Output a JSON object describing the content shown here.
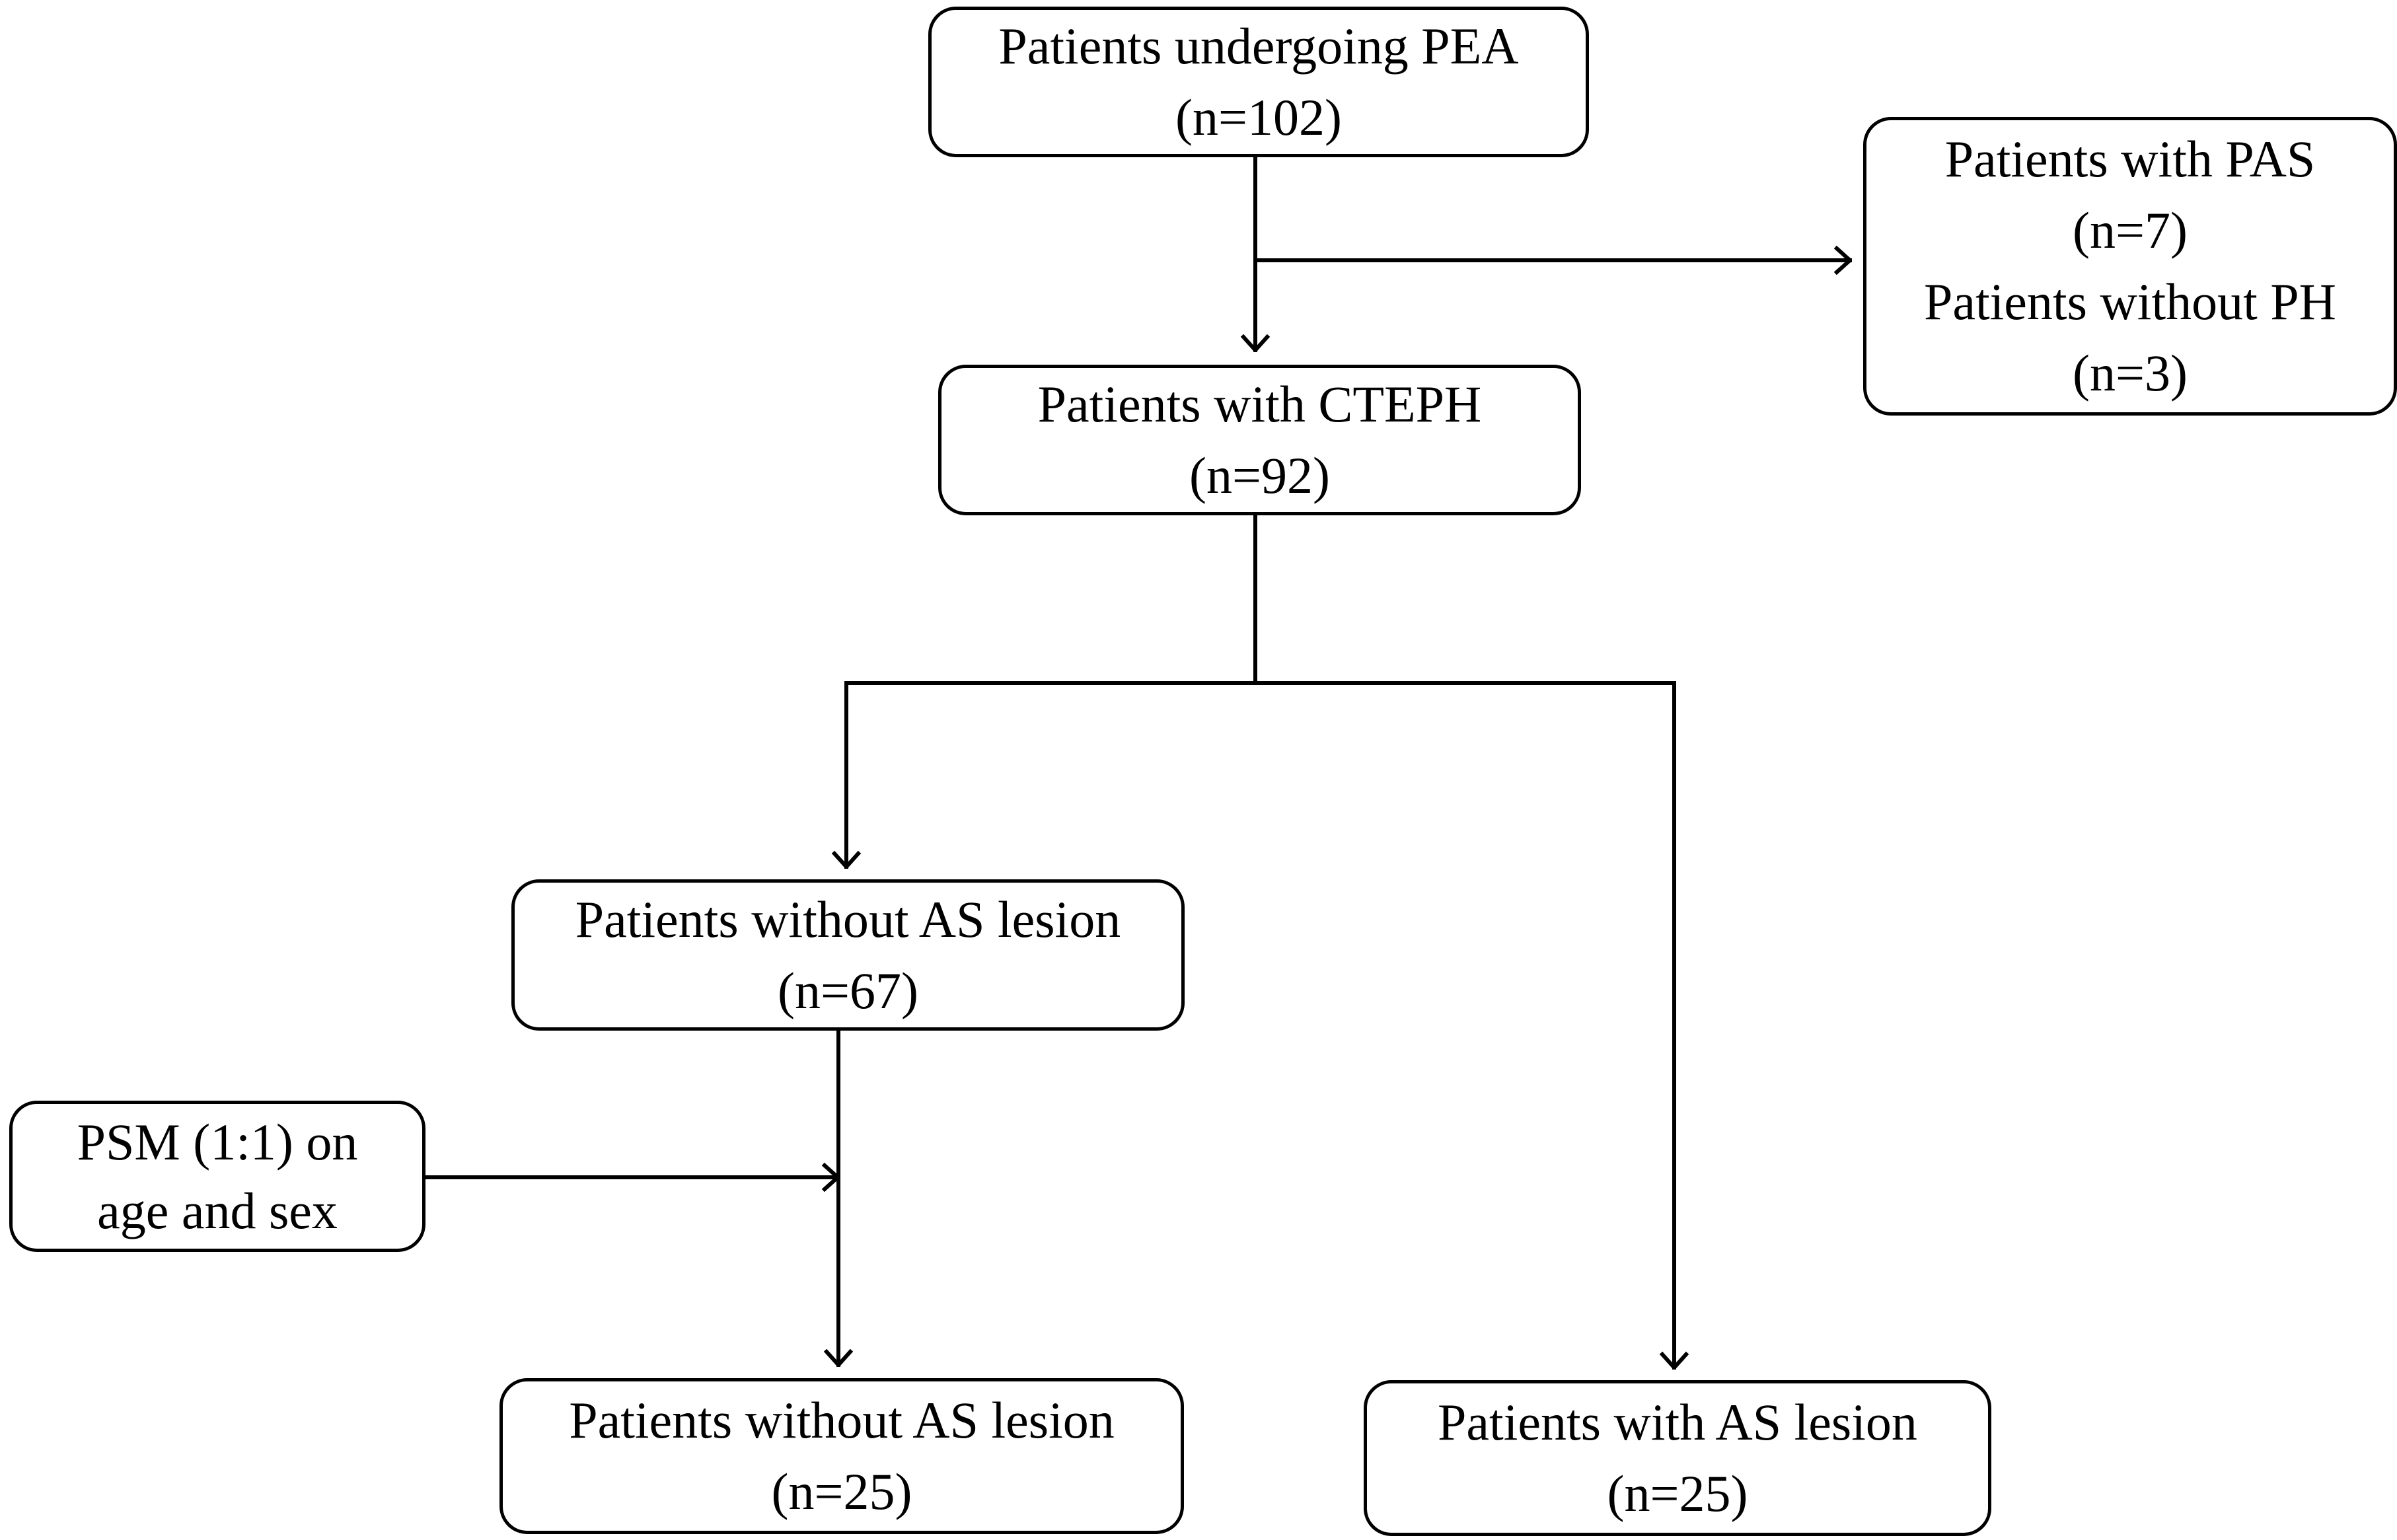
{
  "flowchart": {
    "pea": {
      "line1": "Patients undergoing PEA",
      "line2": "(n=102)"
    },
    "excluded": {
      "line1": "Patients with PAS",
      "line2": "(n=7)",
      "line3": "Patients without PH",
      "line4": "(n=3)"
    },
    "cteph": {
      "line1": "Patients with CTEPH",
      "line2": "(n=92)"
    },
    "without_as": {
      "line1": "Patients without AS lesion",
      "line2": "(n=67)"
    },
    "psm": {
      "line1": "PSM (1:1) on",
      "line2": "age and sex"
    },
    "matched_without_as": {
      "line1": "Patients without AS lesion",
      "line2": "(n=25)"
    },
    "with_as": {
      "line1": "Patients with AS lesion",
      "line2": "(n=25)"
    }
  }
}
